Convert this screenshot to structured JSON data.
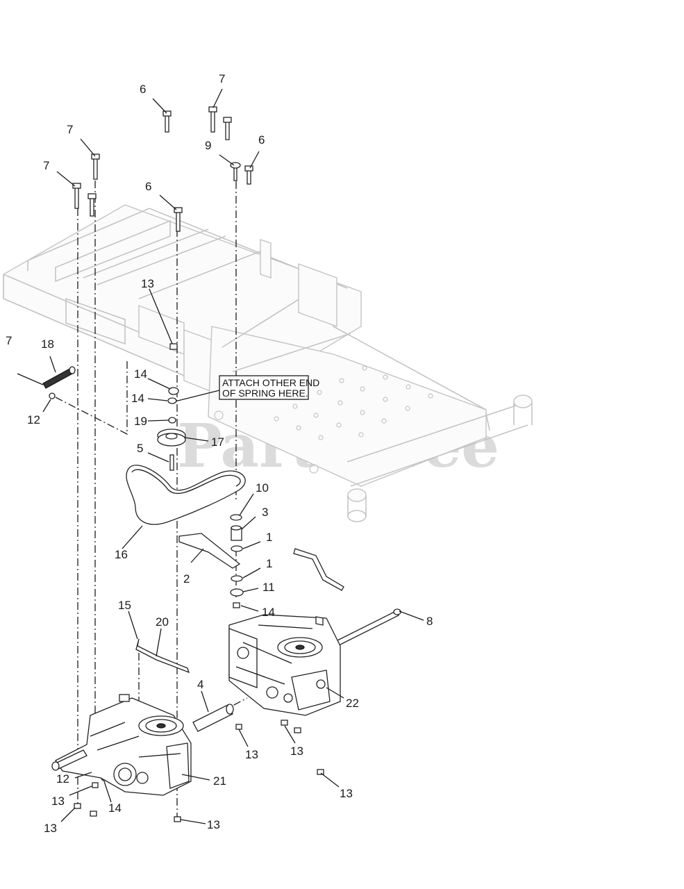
{
  "diagram": {
    "callouts": {
      "c1": "1",
      "c2": "2",
      "c3": "3",
      "c4": "4",
      "c5": "5",
      "c6": "6",
      "c7": "7",
      "c8": "8",
      "c9": "9",
      "c10": "10",
      "c11": "11",
      "c12": "12",
      "c13": "13",
      "c14": "14",
      "c15": "15",
      "c16": "16",
      "c17": "17",
      "c18": "18",
      "c19": "19",
      "c20": "20",
      "c21": "21",
      "c22": "22"
    },
    "note": {
      "line1": "ATTACH OTHER END",
      "line2": "OF SPRING HERE."
    },
    "watermark": "PartsTree"
  }
}
